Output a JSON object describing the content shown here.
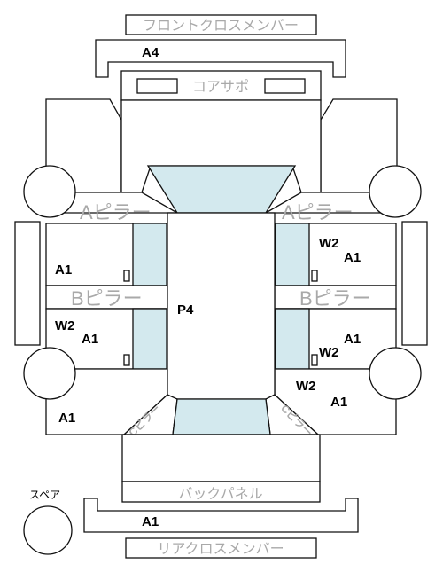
{
  "parts": {
    "front_cross_member": "フロントクロスメンバー",
    "core_support": "コアサポ",
    "a_pillar": "Aピラー",
    "b_pillar": "Bピラー",
    "c_pillar": "Cピラー",
    "back_panel": "バックパネル",
    "rear_cross_member": "リアクロスメンバー",
    "spare": "スペア"
  },
  "codes": {
    "front_cross_member": "A4",
    "left_front_door": "A1",
    "right_front_door_w": "W2",
    "right_front_door_a": "A1",
    "roof": "P4",
    "left_rear_door_w": "W2",
    "left_rear_door_a": "A1",
    "right_rear_door_a": "A1",
    "right_rear_door_w": "W2",
    "left_rear_fender": "A1",
    "right_rear_fender_w": "W2",
    "right_rear_fender_a": "A1",
    "rear_cross_member": "A1"
  },
  "colors": {
    "outline": "#111111",
    "glass": "#d3e9ee",
    "label_grey": "#a9a9a9",
    "background": "#ffffff"
  }
}
